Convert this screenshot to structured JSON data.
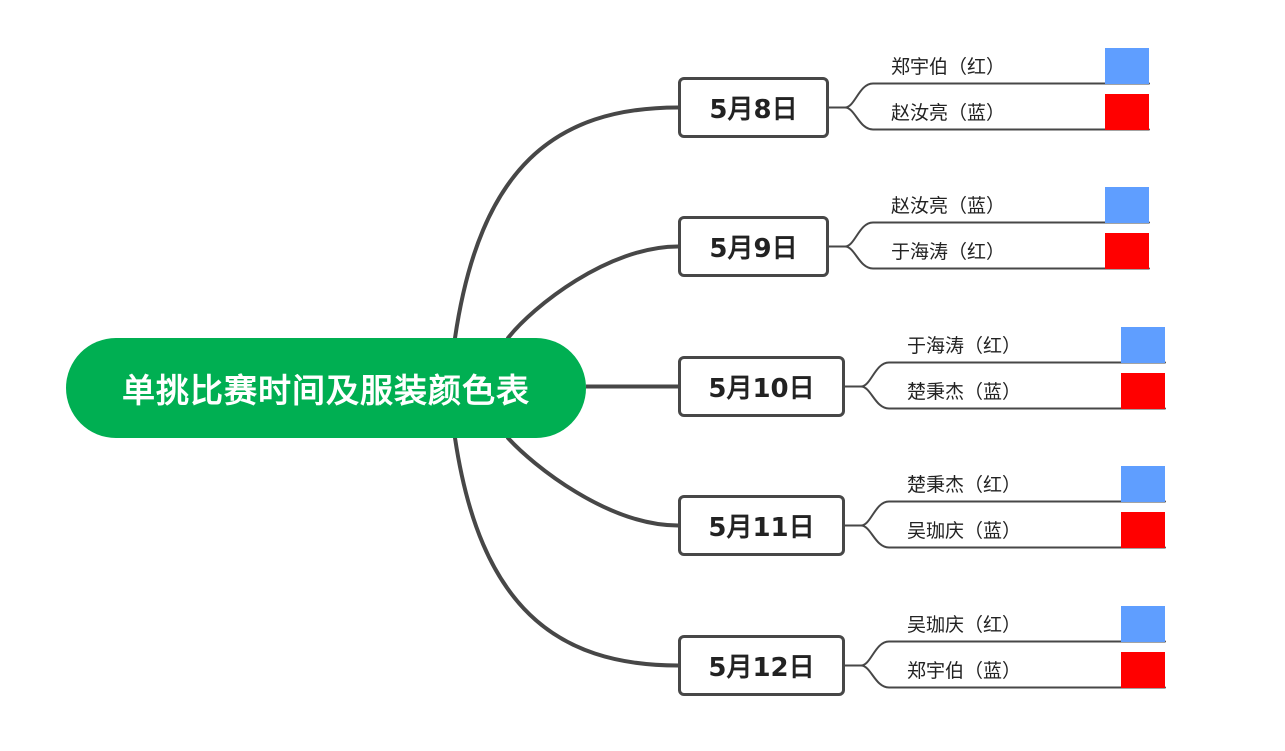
{
  "root": {
    "title": "单挑比赛时间及服装颜色表",
    "color": "#00AF52"
  },
  "colors": {
    "line": "#474747",
    "swatch_top": "#5F9EFF",
    "swatch_bottom": "#FF0000"
  },
  "matches": [
    {
      "date": "5月8日",
      "players": [
        {
          "label": "郑宇伯（红）",
          "swatch": "#5F9EFF"
        },
        {
          "label": "赵汝亮（蓝）",
          "swatch": "#FF0000"
        }
      ]
    },
    {
      "date": "5月9日",
      "players": [
        {
          "label": "赵汝亮（蓝）",
          "swatch": "#5F9EFF"
        },
        {
          "label": "于海涛（红）",
          "swatch": "#FF0000"
        }
      ]
    },
    {
      "date": "5月10日",
      "players": [
        {
          "label": "于海涛（红）",
          "swatch": "#5F9EFF"
        },
        {
          "label": "楚秉杰（蓝）",
          "swatch": "#FF0000"
        }
      ]
    },
    {
      "date": "5月11日",
      "players": [
        {
          "label": "楚秉杰（红）",
          "swatch": "#5F9EFF"
        },
        {
          "label": "吴珈庆（蓝）",
          "swatch": "#FF0000"
        }
      ]
    },
    {
      "date": "5月12日",
      "players": [
        {
          "label": "吴珈庆（红）",
          "swatch": "#5F9EFF"
        },
        {
          "label": "郑宇伯（蓝）",
          "swatch": "#FF0000"
        }
      ]
    }
  ]
}
